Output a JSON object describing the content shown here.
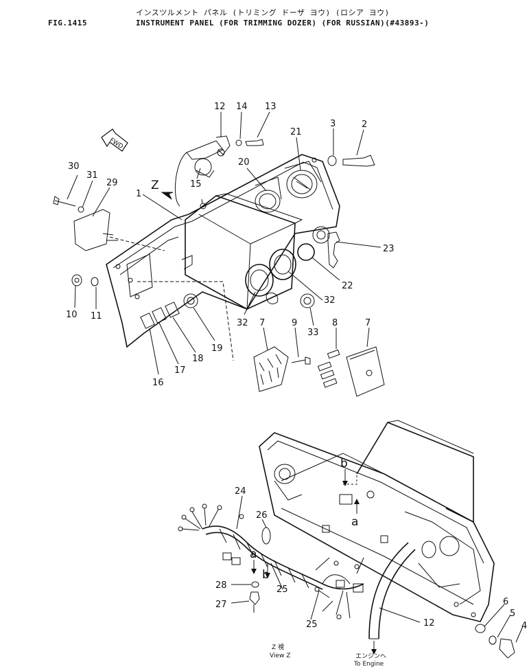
{
  "header": {
    "japanese_title": "インスツルメント パネル (トリミング ドーザ ヨウ) (ロシア ヨウ)",
    "fig_number": "FIG.1415",
    "english_title": "INSTRUMENT PANEL (FOR TRIMMING DOZER) (FOR RUSSIAN)(#43893-)"
  },
  "callouts": {
    "c1": "1",
    "c2": "2",
    "c3": "3",
    "c4": "4",
    "c5": "5",
    "c6": "6",
    "c7a": "7",
    "c7b": "7",
    "c8": "8",
    "c9": "9",
    "c10": "10",
    "c11": "11",
    "c12a": "12",
    "c12b": "12",
    "c13": "13",
    "c14": "14",
    "c15": "15",
    "c16": "16",
    "c17": "17",
    "c18": "18",
    "c19": "19",
    "c20": "20",
    "c21": "21",
    "c22": "22",
    "c23": "23",
    "c24": "24",
    "c25a": "25",
    "c25b": "25",
    "c26": "26",
    "c27": "27",
    "c28": "28",
    "c29": "29",
    "c30": "30",
    "c31": "31",
    "c32a": "32",
    "c32b": "32",
    "c33": "33"
  },
  "markers": {
    "view_letter": "Z",
    "fwd": "FWD",
    "a1": "a",
    "a2": "a",
    "b1": "b",
    "b2": "b"
  },
  "footer": {
    "z_jp": "Z 視",
    "view_z": "View Z",
    "engine_jp": "エンジンへ",
    "to_engine": "To Engine"
  }
}
